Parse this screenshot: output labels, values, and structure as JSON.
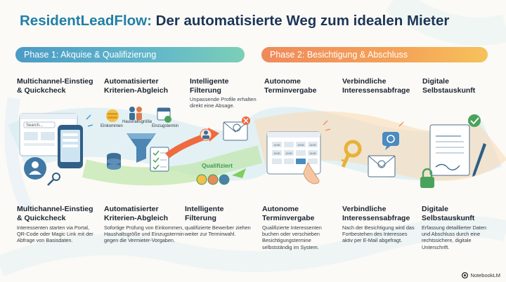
{
  "title": {
    "brand": "ResidentLeadFlow:",
    "rest": " Der automatisierte Weg zum idealen Mieter"
  },
  "phases": [
    {
      "label": "Phase 1: Akquise & Qualifizierung",
      "color": "#4b9bc6"
    },
    {
      "label": "Phase 2: Besichtigung & Abschluss",
      "color": "#ef8a5b"
    }
  ],
  "steps_top": [
    {
      "title": "Multichannel-Einstieg & Quickcheck"
    },
    {
      "title": "Automatisierter Kriterien-Abgleich"
    },
    {
      "title": "Intelligente Filterung",
      "sub": "Unpassende Profile erhalten direkt eine Absage."
    },
    {
      "title": "Autonome Terminvergabe"
    },
    {
      "title": "Verbindliche Interessensabfrage"
    },
    {
      "title": "Digitale Selbstauskunft"
    }
  ],
  "illustration": {
    "search_placeholder": "Search...",
    "criteria": [
      "Einkommen",
      "Haushaltsgröße",
      "Einzugstermin"
    ],
    "qualified_label": "Qualifiziert",
    "calendar_slots": [
      "11:00",
      "13:00",
      "14:00",
      "10:00",
      "12:00",
      "14:00"
    ]
  },
  "steps_bottom": [
    {
      "title": "Multichannel-Einstieg & Quickcheck",
      "desc": "Interessenten starten via Portal, QR-Code oder Magic Link mit der Abfrage von Basisdaten."
    },
    {
      "title": "Automatisierter Kriterien-Abgleich",
      "desc": "Sofortige Prüfung von Einkommen, Haushaltsgröße und Einzugstermin gegen die Vermieter-Vorgaben."
    },
    {
      "title": "Intelligente Filterung",
      "desc": "qualifizierte Bewerber ziehen weiter zur Terminwahl."
    },
    {
      "title": "Autonome Terminvergabe",
      "desc": "Qualifizierte Interessenten buchen oder verschieben Besichtigungstermine selbstständig im System."
    },
    {
      "title": "Verbindliche Interessensabfrage",
      "desc": "Nach der Besichtigung wird das Fortbestehen des Interesses aktiv per E-Mail abgefragt."
    },
    {
      "title": "Digitale Selbstauskunft",
      "desc": "Erfassung detaillierter Daten und Abschluss durch eine rechtssichere, digitale Unterschrift."
    }
  ],
  "credit": "NotebookLM",
  "colors": {
    "blue_flow": "#9fd3e8",
    "green_flow": "#a9de8f",
    "orange_flow": "#f7c08a",
    "reject_arrow": "#ef6a3f",
    "accent_orange": "#f39a4a"
  }
}
